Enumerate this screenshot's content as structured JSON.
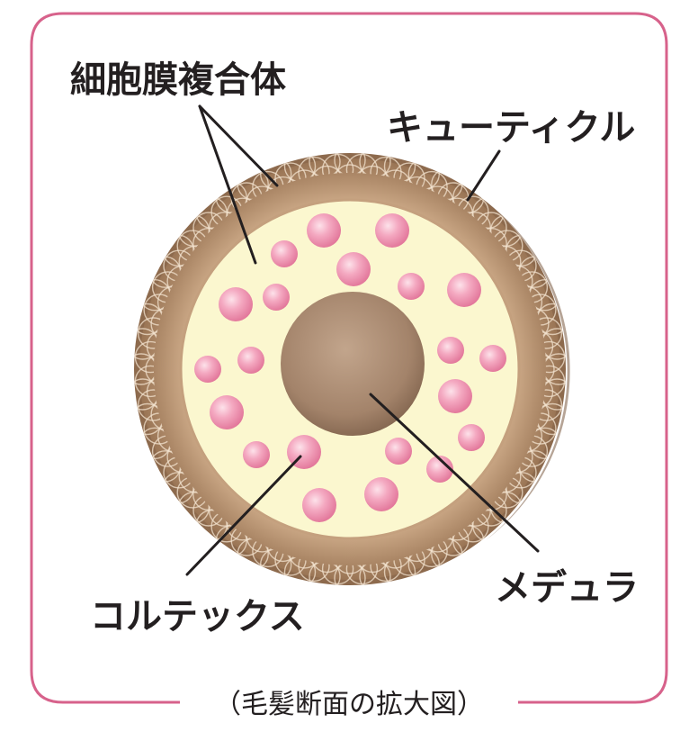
{
  "labels": {
    "cell_membrane_complex": "細胞膜複合体",
    "cuticle": "キューティクル",
    "cortex": "コルテックス",
    "medulla": "メデュラ"
  },
  "caption": "（毛髪断面の拡大図）",
  "colors": {
    "frame": "#d7628b",
    "cuticle_dark": "#8a6649",
    "cuticle_light": "#c4a07e",
    "cortex_fill": "#fbf7cf",
    "medulla_fill": "#a8876c",
    "granule": "#ef8fae",
    "line": "#231f20"
  },
  "icons": {
    "cortex_granule": "pink-circle",
    "cuticle_scale": "scale-arc"
  }
}
